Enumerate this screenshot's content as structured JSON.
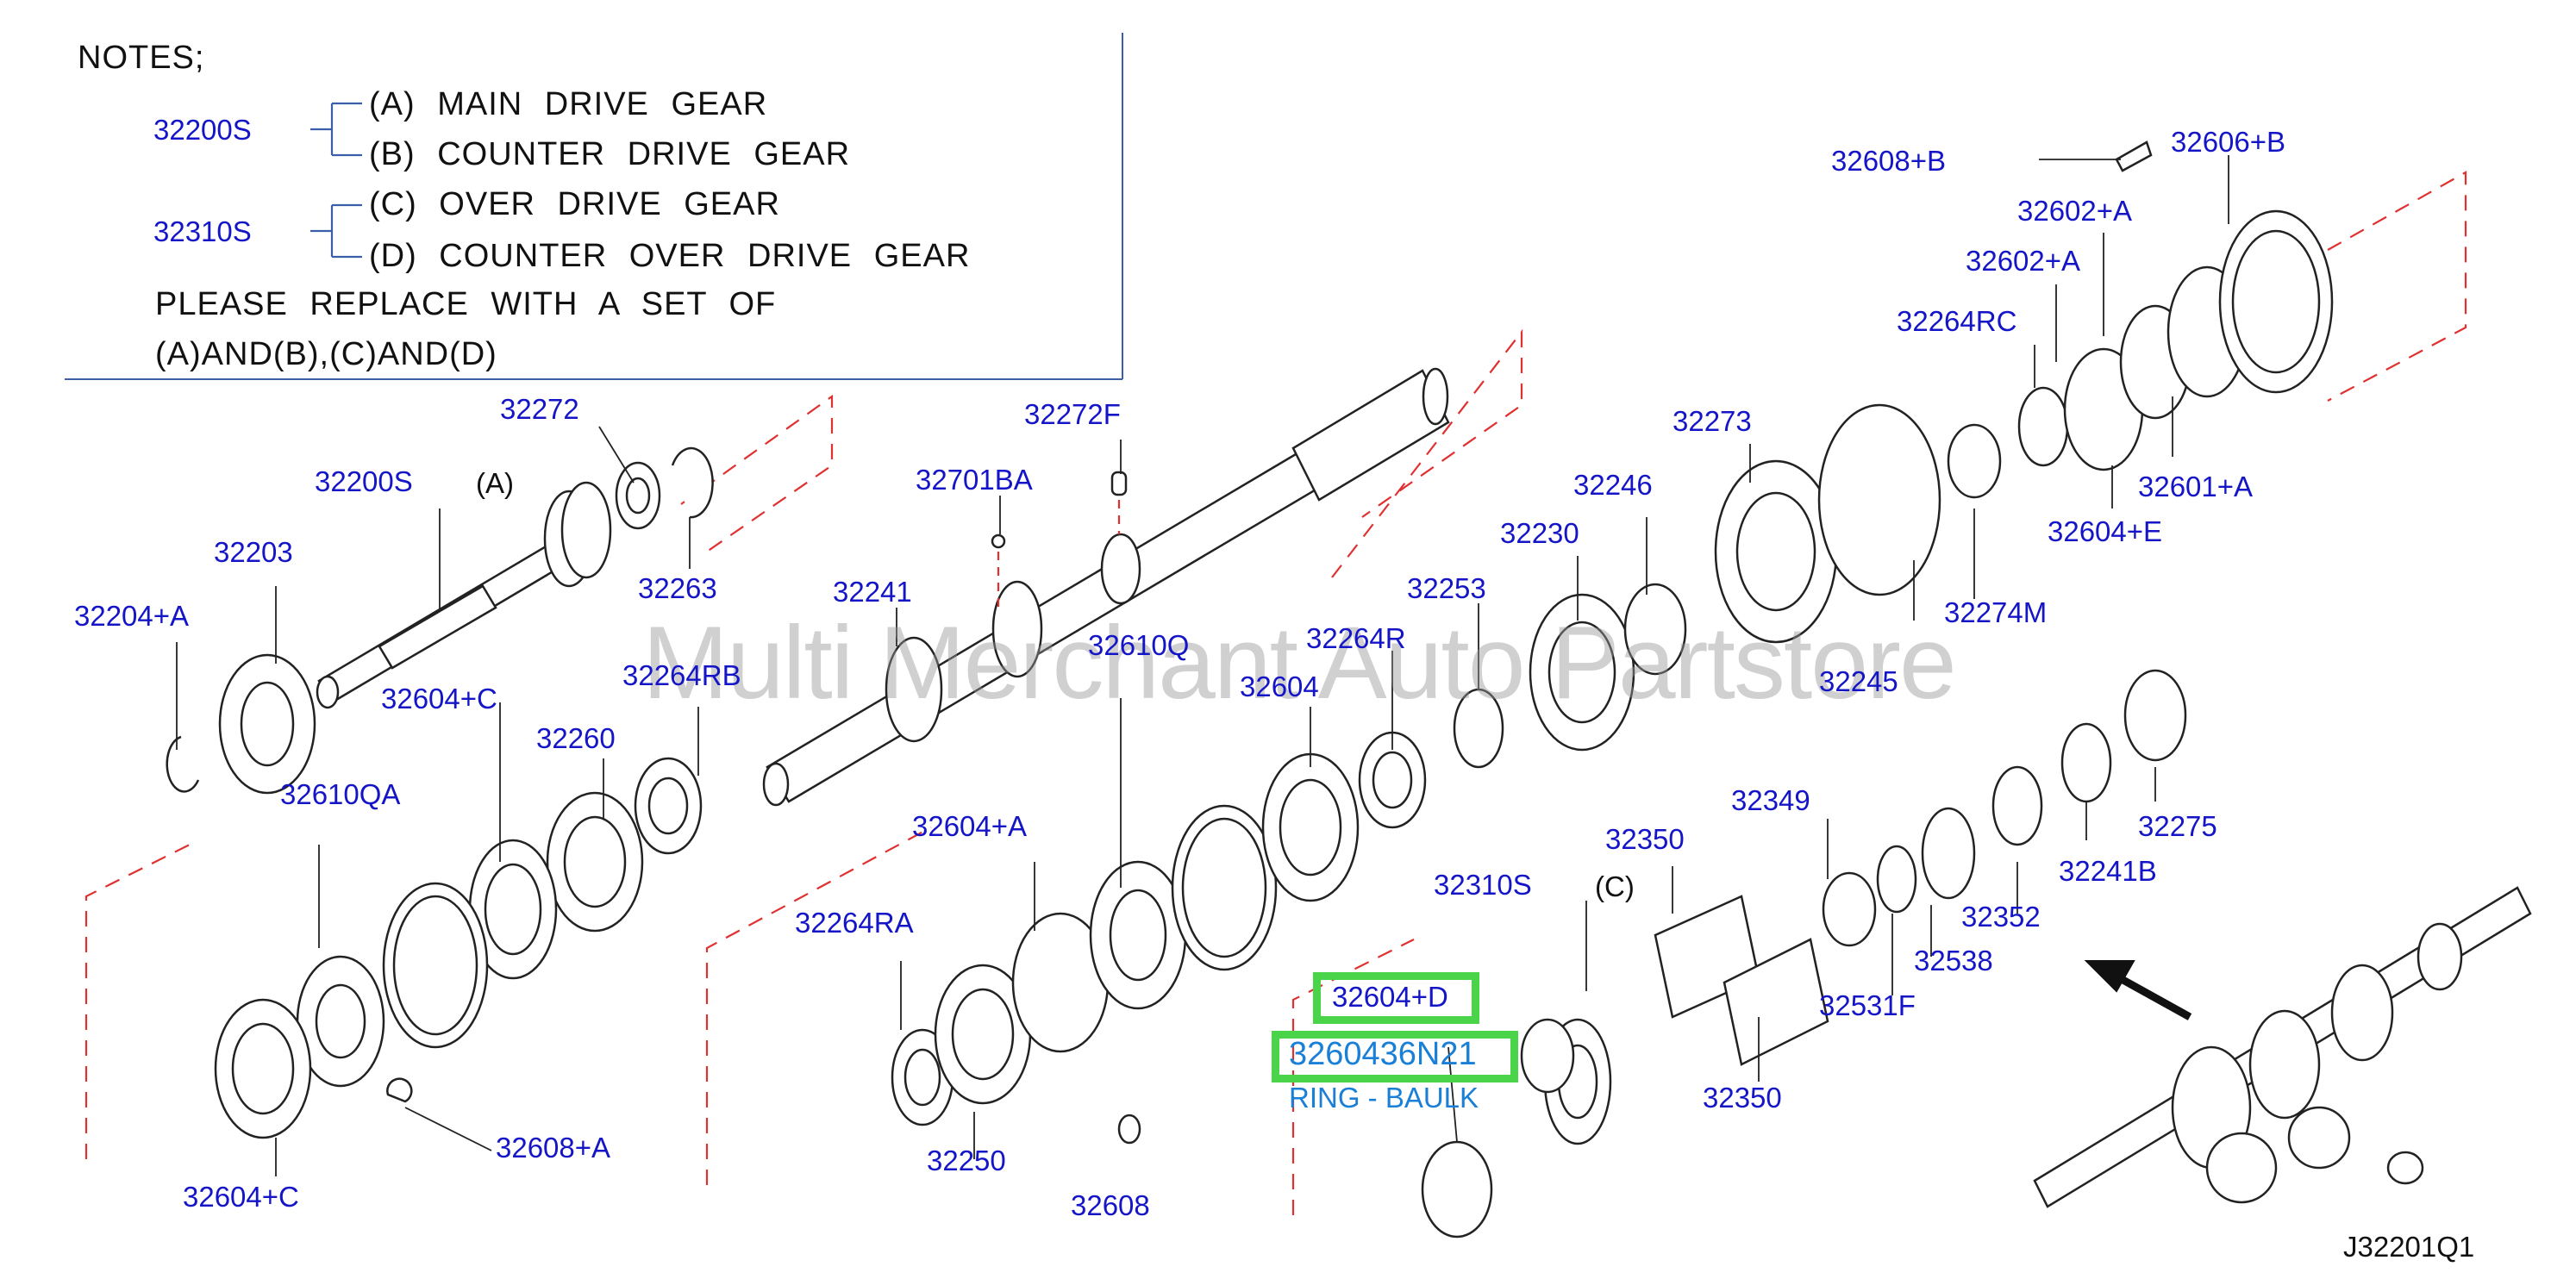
{
  "notes": {
    "heading": "NOTES;",
    "group1_part": "32200S",
    "group1_a": "(A)  MAIN  DRIVE  GEAR",
    "group1_b": "(B)  COUNTER  DRIVE  GEAR",
    "group2_part": "32310S",
    "group2_c": "(C)  OVER  DRIVE  GEAR",
    "group2_d": "(D)  COUNTER  OVER  DRIVE  GEAR",
    "line1": "PLEASE  REPLACE  WITH  A  SET  OF",
    "line2": "(A)AND(B),(C)AND(D)"
  },
  "parts": {
    "p32272": "32272",
    "p32200S": "32200S",
    "p32203": "32203",
    "p32204A": "32204+A",
    "p32263": "32263",
    "p32264RB": "32264RB",
    "p32604C_top": "32604+C",
    "p32260": "32260",
    "p32610QA": "32610QA",
    "p32604C_bot": "32604+C",
    "p32608A": "32608+A",
    "p32272F": "32272F",
    "p32701BA": "32701BA",
    "p32241": "32241",
    "p32610Q": "32610Q",
    "p32604": "32604",
    "p32264R": "32264R",
    "p32253": "32253",
    "p32230": "32230",
    "p32246": "32246",
    "p32273": "32273",
    "p32604A": "32604+A",
    "p32264RA": "32264RA",
    "p32250": "32250",
    "p32608": "32608",
    "p32310S": "32310S",
    "p32350_top": "32350",
    "p32350_bot": "32350",
    "p32349": "32349",
    "p32531F": "32531F",
    "p32538": "32538",
    "p32352": "32352",
    "p32241B": "32241B",
    "p32275": "32275",
    "p32245": "32245",
    "p32274M": "32274M",
    "p32608B": "32608+B",
    "p32606B": "32606+B",
    "p32602A_1": "32602+A",
    "p32602A_2": "32602+A",
    "p32264RC": "32264RC",
    "p32601A": "32601+A",
    "p32604E": "32604+E"
  },
  "letters": {
    "A": "(A)",
    "C": "(C)"
  },
  "highlight": {
    "part": "32604+D",
    "oem": "3260436N21",
    "description": "RING - BAULK",
    "color": "#49d449"
  },
  "watermark": "Multi Merchant Auto Partstore",
  "diagram_code": "J32201Q1",
  "colors": {
    "part_label": "#1515c8",
    "highlight_text": "#1a7fd6",
    "cut_line": "#e03030"
  }
}
